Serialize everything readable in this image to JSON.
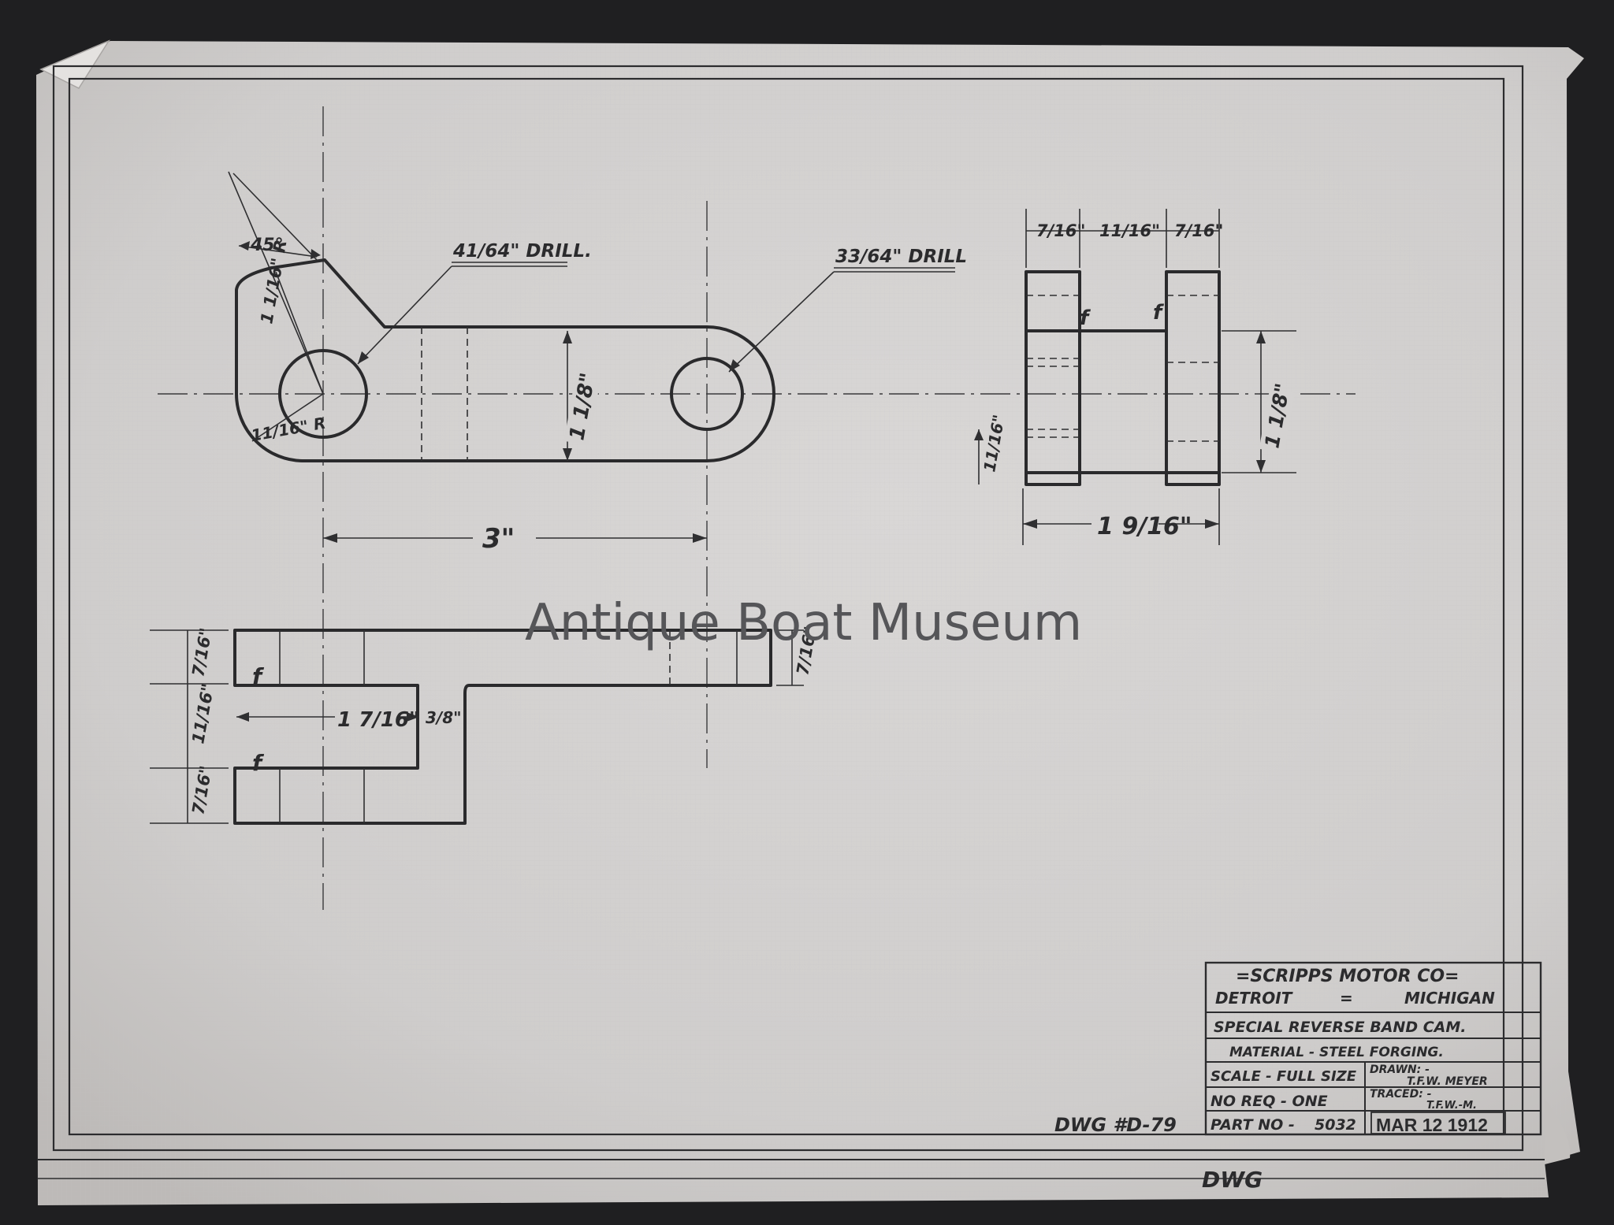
{
  "watermark": "Antique Boat Museum",
  "drawing_number": "DWG #D-79",
  "bottom_edge_text": "DWG",
  "title_block": {
    "company": "=SCRIPPS MOTOR CO=",
    "city": "DETROIT",
    "state": "MICHIGAN",
    "separator": "=",
    "part_name": "SPECIAL REVERSE BAND CAM.",
    "material": "MATERIAL - STEEL FORGING.",
    "scale": "SCALE - FULL SIZE",
    "drawn_label": "DRAWN: -",
    "drawn_by": "T.F.W. MEYER",
    "quantity": "NO REQ - ONE",
    "traced_label": "TRACED: -",
    "traced_by": "T.F.W.-M.",
    "part_no_label": "PART NO -",
    "part_no": "5032",
    "date_stamp": "MAR 12 1912"
  },
  "annotations": {
    "angle": "45°",
    "corner_radius": "1 1/16\" R",
    "hole_radius": "11/16\" R",
    "drill_left": "41/64\" DRILL.",
    "drill_right": "33/64\" DRILL",
    "center_distance": "3\"",
    "arm_height": "1 1/8\"",
    "side_left_width": "7/16\"",
    "side_gap": "11/16\"",
    "side_right_width": "7/16\"",
    "side_height": "1 1/8\"",
    "side_offset": "11/16\"",
    "side_total": "1 9/16\"",
    "bottom_top_thickness": "7/16\"",
    "bottom_gap": "11/16\"",
    "bottom_lower_thickness": "7/16\"",
    "bottom_arm_thickness": "7/16\"",
    "bottom_slot_length": "1 7/16\"",
    "bottom_step": "3/8\"",
    "finish_mark": "f"
  }
}
